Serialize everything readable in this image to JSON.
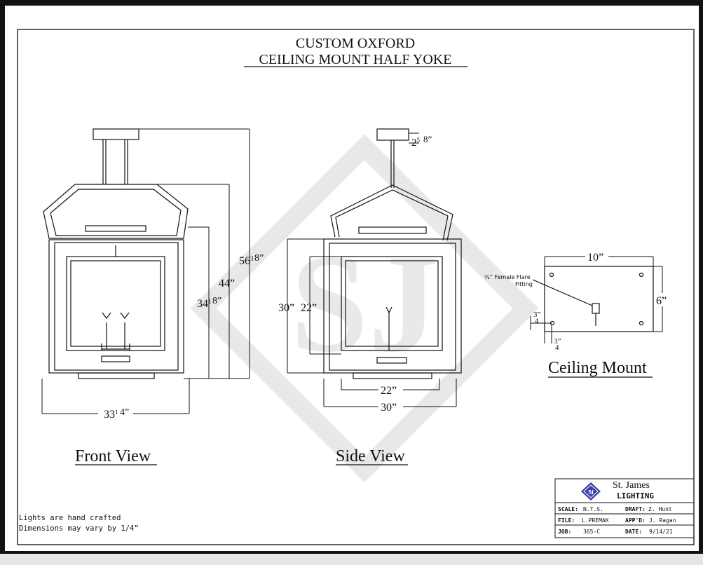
{
  "title": {
    "line1": "CUSTOM OXFORD",
    "line2": "CEILING MOUNT HALF YOKE"
  },
  "views": {
    "front": "Front View",
    "side": "Side View",
    "ceiling": "Ceiling Mount"
  },
  "front_dims": {
    "width_whole": "33",
    "width_frac": "1",
    "height_overall_whole": "56",
    "height_overall_frac": "3",
    "height_44": "44”",
    "height_34_whole": "34",
    "height_34_frac": "1"
  },
  "side_dims": {
    "top_whole": "2",
    "top_frac": "5",
    "width_30": "30”",
    "width_22": "22”",
    "h_30": "30”",
    "h_22": "22”"
  },
  "ceiling_dims": {
    "width": "10”",
    "height": "6”",
    "fitting_label_1": "¾” Female Flare",
    "fitting_label_2": "Fitting",
    "offset_a_num": "3”",
    "offset_a_den": "4",
    "offset_b_num": "3”",
    "offset_b_den": "4"
  },
  "notes": {
    "line1": "Lights are hand crafted",
    "line2": "Dimensions may vary by 1/4”"
  },
  "titleblock": {
    "company1": "St. James",
    "company2": "LIGHTING",
    "scale_label": "SCALE:",
    "scale_value": "N.T.S.",
    "draft_label": "DRAFT:",
    "draft_value": "Z. Hunt",
    "file_label": "FILE:",
    "file_value": "L.PREMAK",
    "appd_label": "APP'D:",
    "appd_value": "J. Ragan",
    "job_label": "JOB:",
    "job_value": "365-C",
    "date_label": "DATE:",
    "date_value": "9/14/21",
    "logo_text": "SJ"
  },
  "watermark": "SJ",
  "colors": {
    "ink": "#111111",
    "watermark": "#dcdcdc",
    "logo": "#3a3fa8"
  }
}
